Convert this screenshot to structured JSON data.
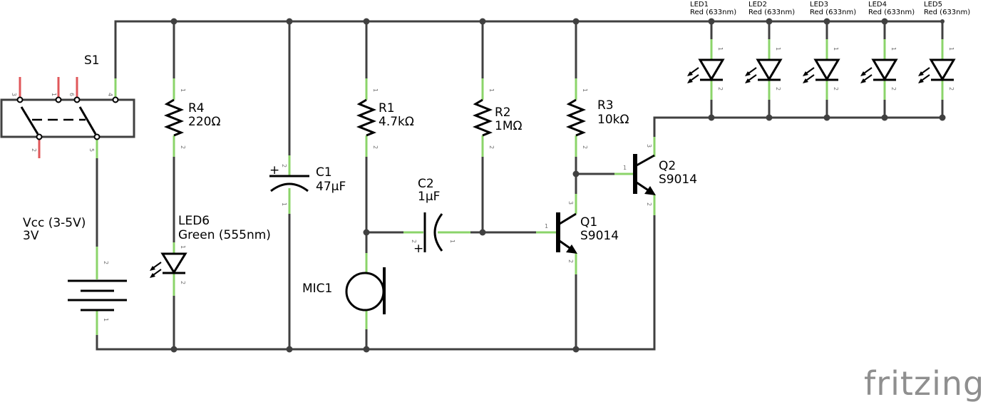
{
  "labels": {
    "s1": "S1",
    "r4_name": "R4",
    "r4_value": "220Ω",
    "c1_name": "C1",
    "c1_value": "47µF",
    "r1_name": "R1",
    "r1_value": "4.7kΩ",
    "r2_name": "R2",
    "r2_value": "1MΩ",
    "r3_name": "R3",
    "r3_value": "10kΩ",
    "c2_name": "C2",
    "c2_value": "1µF",
    "q1_name": "Q1",
    "q1_value": "S9014",
    "q2_name": "Q2",
    "q2_value": "S9014",
    "vcc_name": "Vcc (3-5V)",
    "vcc_value": "3V",
    "led6_name": "LED6",
    "led6_value": "Green (555nm)",
    "mic1": "MIC1",
    "plus": "+"
  },
  "leds": [
    {
      "name": "LED1",
      "value": "Red (633nm)"
    },
    {
      "name": "LED2",
      "value": "Red (633nm)"
    },
    {
      "name": "LED3",
      "value": "Red (633nm)"
    },
    {
      "name": "LED4",
      "value": "Red (633nm)"
    },
    {
      "name": "LED5",
      "value": "Red (633nm)"
    }
  ],
  "pin_numbers": {
    "one": "1",
    "two": "2",
    "three": "3",
    "four": "4",
    "five": "5",
    "six": "6"
  },
  "watermark": "fritzing",
  "colors": {
    "wire": "#404040",
    "pin": "#8bd46a",
    "switch_pin": "#e0575a",
    "watermark": "#8f8f8f"
  }
}
